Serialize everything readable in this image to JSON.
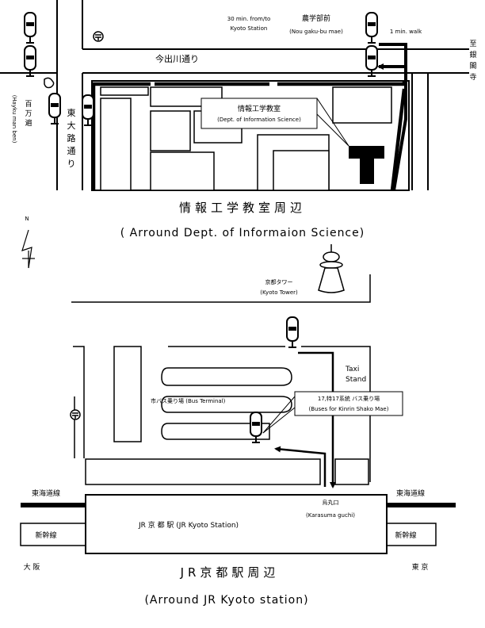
{
  "top_map": {
    "heading_jp": "情報工学教室周辺",
    "heading_en": "( Arround Dept. of Informaion Science)",
    "bus_time": [
      "30 min. from/to",
      "Kyoto Station"
    ],
    "stop_nougakubu": [
      "農学部前",
      "(Nou gaku-bu mae)"
    ],
    "walk": "1 min. walk",
    "imadegawa": "今出川通り",
    "ginkakuji": [
      "至",
      "銀",
      "閣",
      "寺"
    ],
    "hyakumanben": [
      "百",
      "万",
      "遍"
    ],
    "hyakumanben_en": "(Hayku man ben)",
    "higashioji": [
      "東",
      "大",
      "路",
      "通",
      "り"
    ],
    "dept_jp": "情報工学教室",
    "dept_en": "(Dept. of Information Science)"
  },
  "compass": {
    "north": "N"
  },
  "bottom_map": {
    "heading_jp": "JR京都駅周辺",
    "heading_en": "(Arround JR Kyoto station)",
    "kyoto_tower_jp": "京都タワー",
    "kyoto_tower_en": "(Kyoto Tower)",
    "taxi": [
      "Taxi",
      "Stand"
    ],
    "bus_terminal": "市バス乗り場 (Bus Terminal)",
    "bus_stop_jp": "17,特17系統 バス乗り場",
    "bus_stop_en": "(Buses for Kinrin Shako Mae)",
    "tokaido": "東海道線",
    "shinkansen": "新幹線",
    "station": "JR 京 都 駅 (JR Kyoto Station)",
    "karasuma_jp": "烏丸口",
    "karasuma_en": "(Karasuma guchi)",
    "osaka": "大 阪",
    "tokyo": "東 京"
  }
}
